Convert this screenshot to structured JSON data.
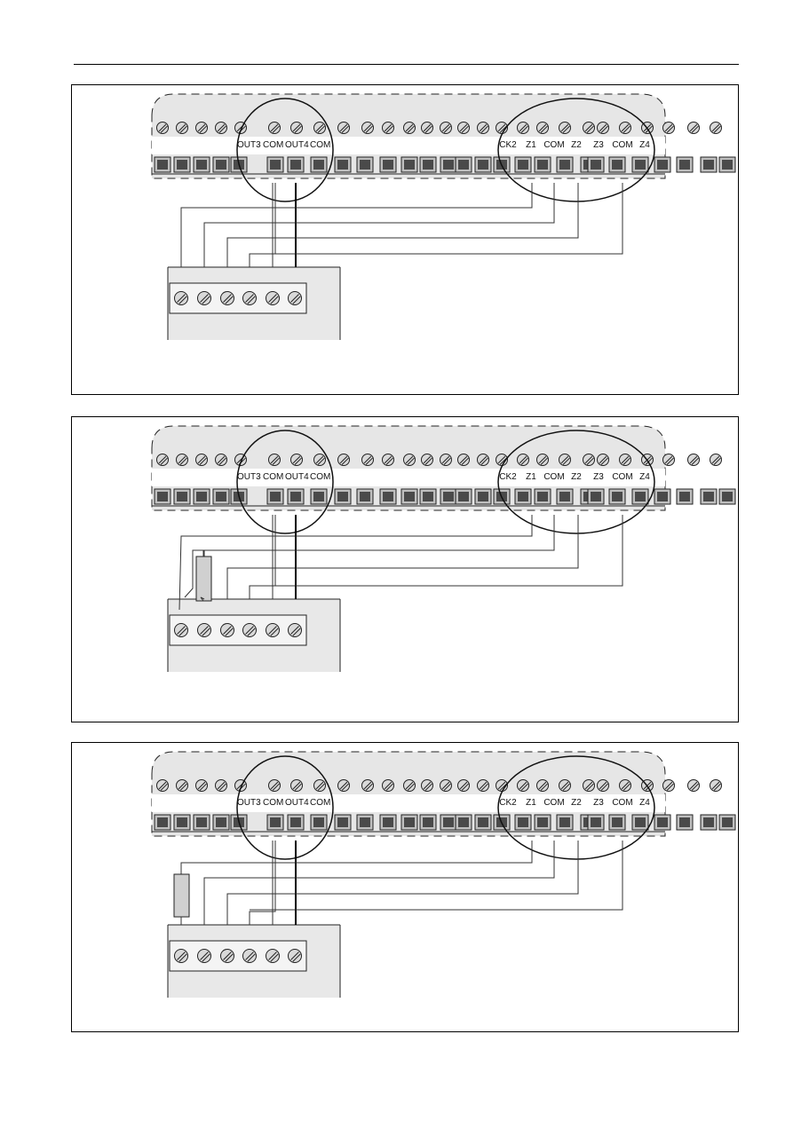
{
  "diagrams": [
    {
      "variant": "direct",
      "terminal_labels_left": [
        "OUT3",
        "COM",
        "OUT4",
        "COM"
      ],
      "terminal_labels_right": [
        "CK2",
        "Z1",
        "COM",
        "Z2",
        "Z3",
        "COM",
        "Z4"
      ]
    },
    {
      "variant": "parallel-resistor",
      "terminal_labels_left": [
        "OUT3",
        "COM",
        "OUT4",
        "COM"
      ],
      "terminal_labels_right": [
        "CK2",
        "Z1",
        "COM",
        "Z2",
        "Z3",
        "COM",
        "Z4"
      ]
    },
    {
      "variant": "series-resistor",
      "terminal_labels_left": [
        "OUT3",
        "COM",
        "OUT4",
        "COM"
      ],
      "terminal_labels_right": [
        "CK2",
        "Z1",
        "COM",
        "Z2",
        "Z3",
        "COM",
        "Z4"
      ]
    }
  ],
  "colors": {
    "board_fill": "#e6e6e6",
    "screw_fill": "#d9d9d9",
    "connector_dark": "#4a4a4a",
    "wire": "#333333",
    "device_fill": "#e8e8e8",
    "resistor_fill": "#d0d0d0"
  }
}
